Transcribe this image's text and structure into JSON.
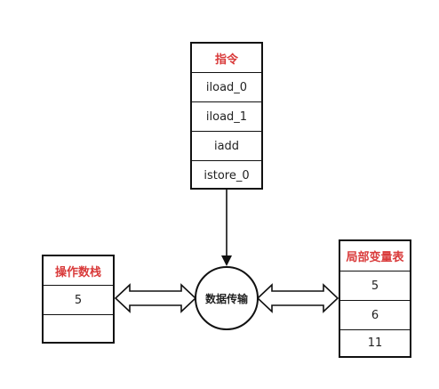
{
  "instruction_table": {
    "header": "指令",
    "rows": [
      "iload_0",
      "iload_1",
      "iadd",
      "istore_0"
    ]
  },
  "operand_stack": {
    "header": "操作数栈",
    "rows": [
      "5",
      ""
    ]
  },
  "local_vars": {
    "header": "局部变量表",
    "rows": [
      "5",
      "6",
      "11"
    ]
  },
  "transfer_node": {
    "label": "数据传输"
  },
  "colors": {
    "header_text": "#d93a3a",
    "line": "#111111"
  }
}
